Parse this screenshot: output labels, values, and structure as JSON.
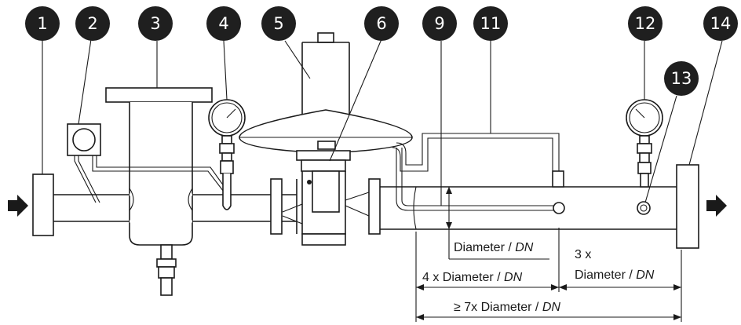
{
  "badges": [
    {
      "label": "1"
    },
    {
      "label": "2"
    },
    {
      "label": "3"
    },
    {
      "label": "4"
    },
    {
      "label": "5"
    },
    {
      "label": "6"
    },
    {
      "label": "9"
    },
    {
      "label": "11"
    },
    {
      "label": "12"
    },
    {
      "label": "13"
    },
    {
      "label": "14"
    }
  ],
  "dimensions": {
    "d1": {
      "text": "Diameter / ",
      "unit": "DN"
    },
    "d2_line1": "3 x",
    "d2": {
      "text": "Diameter / ",
      "unit": "DN"
    },
    "d3": {
      "text": "4 x Diameter / ",
      "unit": "DN"
    },
    "d4": {
      "text": "≥ 7x Diameter / ",
      "unit": "DN"
    }
  },
  "colors": {
    "ink": "#1a1a1a",
    "badge": "#1f1f1f"
  }
}
